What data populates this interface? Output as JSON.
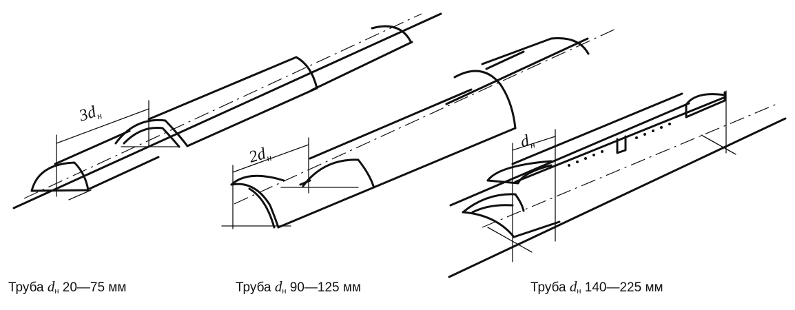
{
  "figures": [
    {
      "caption_prefix": "Труба",
      "symbol": "d",
      "symbol_sub": "н",
      "range": "20—75 мм",
      "dim_label": "3d",
      "dim_sub": "н"
    },
    {
      "caption_prefix": "Труба",
      "symbol": "d",
      "symbol_sub": "н",
      "range": "90—125 мм",
      "dim_label": "2d",
      "dim_sub": "н"
    },
    {
      "caption_prefix": "Труба",
      "symbol": "d",
      "symbol_sub": "н",
      "range": "140—225 мм",
      "dim_label": "d",
      "dim_sub": "н"
    }
  ],
  "colors": {
    "ink": "#111111",
    "background": "#ffffff"
  }
}
